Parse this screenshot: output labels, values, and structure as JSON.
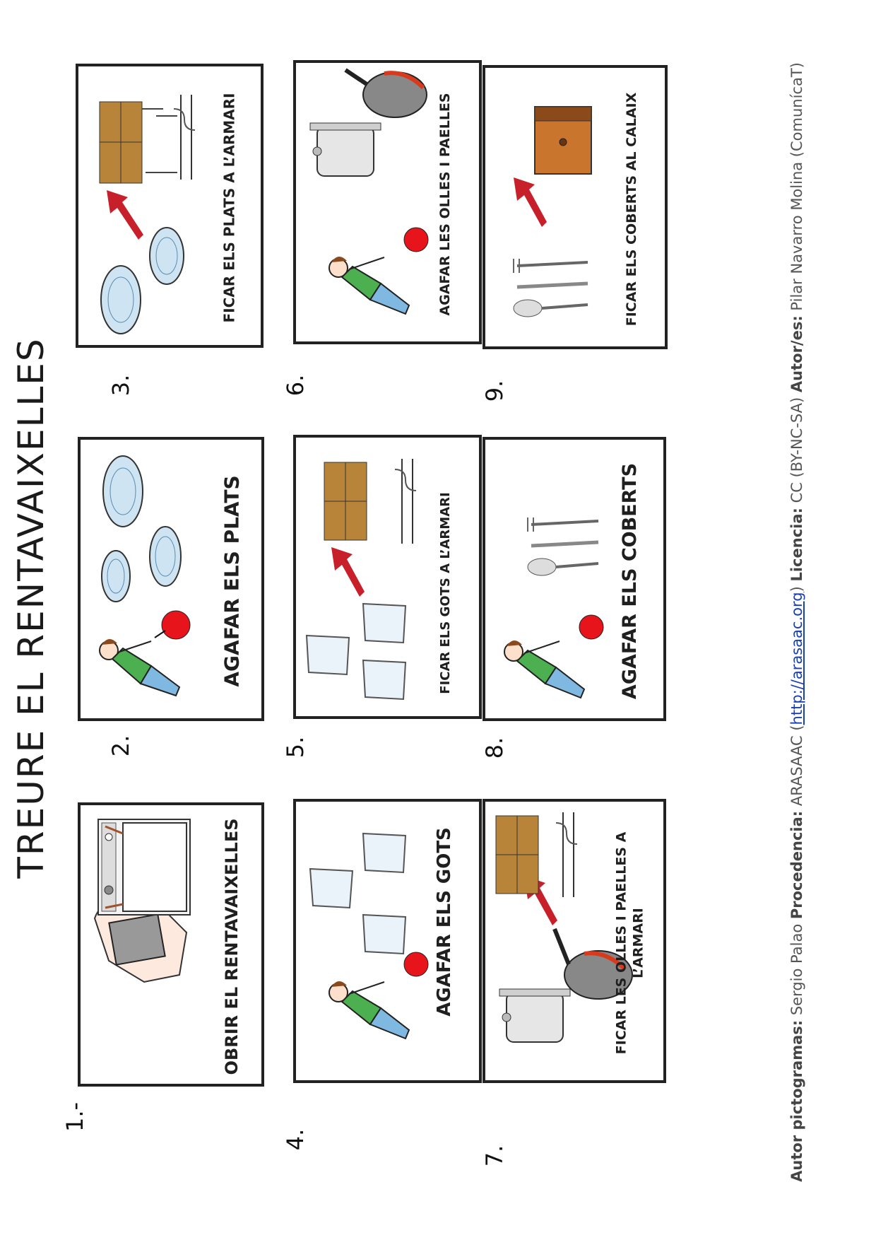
{
  "title": "TREURE EL RENTAVAIXELLES",
  "steps": [
    {
      "number": "1.-",
      "label": "OBRIR EL RENTAVAIXELLES",
      "pictograms": [
        "hand-icon",
        "dishwasher-icon"
      ]
    },
    {
      "number": "2.",
      "label": "AGAFAR ELS PLATS",
      "pictograms": [
        "person-grab-icon",
        "plate-icon"
      ]
    },
    {
      "number": "3.",
      "label": "FICAR ELS PLATS A L’ARMARI",
      "pictograms": [
        "plate-icon",
        "arrow-icon",
        "cupboard-icon"
      ]
    },
    {
      "number": "4.",
      "label": "AGAFAR ELS GOTS",
      "pictograms": [
        "person-grab-icon",
        "glass-icon"
      ]
    },
    {
      "number": "5.",
      "label": "FICAR ELS GOTS A L’ARMARI",
      "pictograms": [
        "glass-icon",
        "arrow-icon",
        "cupboard-icon"
      ]
    },
    {
      "number": "6.",
      "label": "AGAFAR LES OLLES I PAELLES",
      "pictograms": [
        "person-grab-icon",
        "pot-icon",
        "pan-icon"
      ]
    },
    {
      "number": "7.",
      "label_lines": [
        "FICAR LES OLLES I PAELLES A",
        "L’ARMARI"
      ],
      "pictograms": [
        "pot-icon",
        "pan-icon",
        "arrow-icon",
        "cupboard-icon"
      ]
    },
    {
      "number": "8.",
      "label": "AGAFAR ELS COBERTS",
      "pictograms": [
        "person-grab-icon",
        "cutlery-icon"
      ]
    },
    {
      "number": "9.",
      "label": "FICAR ELS COBERTS AL CALAIX",
      "pictograms": [
        "cutlery-icon",
        "arrow-icon",
        "drawer-icon"
      ]
    }
  ],
  "credits": {
    "author_label": "Autor pictogramas:",
    "author": "Sergio Palao",
    "source_label": "Procedencia:",
    "source": "ARASAAC (",
    "source_link": "http://arasaac.org",
    "source_close": ")",
    "license_label": "Licencia:",
    "license": "CC (BY-NC-SA)",
    "authors_label": "Autor/es:",
    "authors": "Pilar Navarro Molina (ComunícaT)"
  },
  "colors": {
    "border": "#222222",
    "arrow": "#c8202a",
    "ball": "#e8141c",
    "shirt": "#4caf50",
    "wood": "#b8843a",
    "drawer": "#c9752d",
    "plate": "#cfe4f2"
  }
}
